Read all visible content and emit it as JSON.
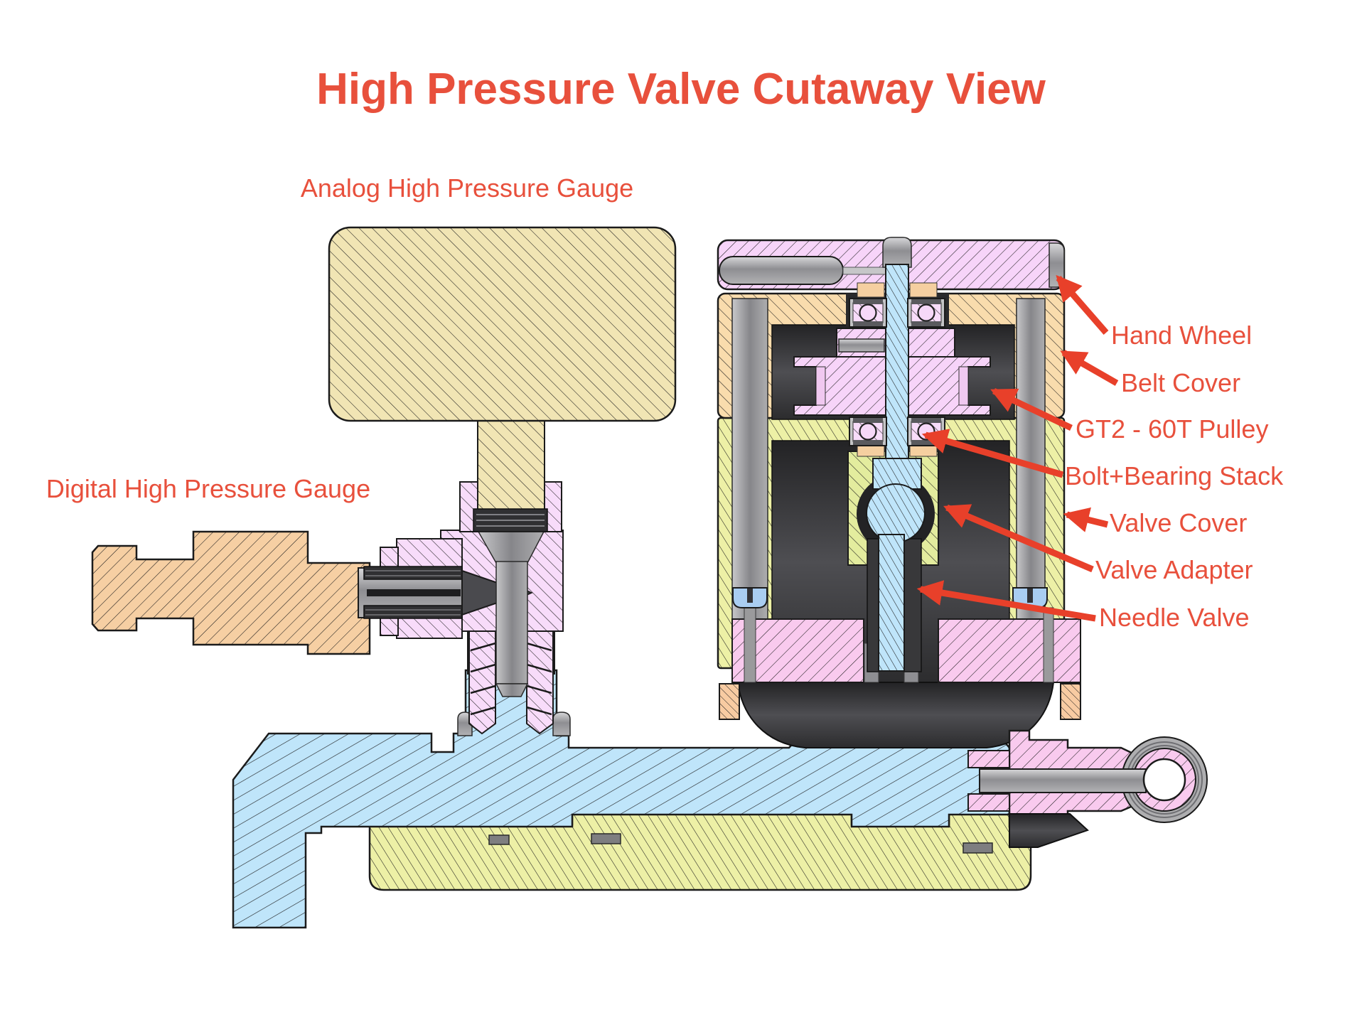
{
  "title": "High Pressure Valve Cutaway View",
  "labels": {
    "analog_gauge": "Analog High Pressure Gauge",
    "digital_gauge": "Digital High Pressure Gauge",
    "hand_wheel": "Hand Wheel",
    "belt_cover": "Belt Cover",
    "gt2_pulley": "GT2 - 60T Pulley",
    "bolt_bearing_stack": "Bolt+Bearing Stack",
    "valve_cover": "Valve Cover",
    "valve_adapter": "Valve Adapter",
    "needle_valve": "Needle Valve"
  },
  "colors": {
    "label_red": "#E8503C",
    "arrow_red": "#E8402A",
    "analog_gauge_tan": "#F1E5B4",
    "digital_gauge_peach": "#F6CFA3",
    "handwheel_lavender": "#F7D4F9",
    "tee_fitting_lavender": "#F8DCFA",
    "belt_cover_orange": "#F9DCAD",
    "packing_magenta": "#F9CAEE",
    "manifold_blue": "#BFE5FA",
    "valve_cover_green": "#EDF0A6",
    "adapter_green": "#E3EC9E",
    "seal_orange": "#F8CBA2",
    "metal_gray": "#8E8E90",
    "dark_body": "#333335",
    "background": "#FFFFFF"
  }
}
